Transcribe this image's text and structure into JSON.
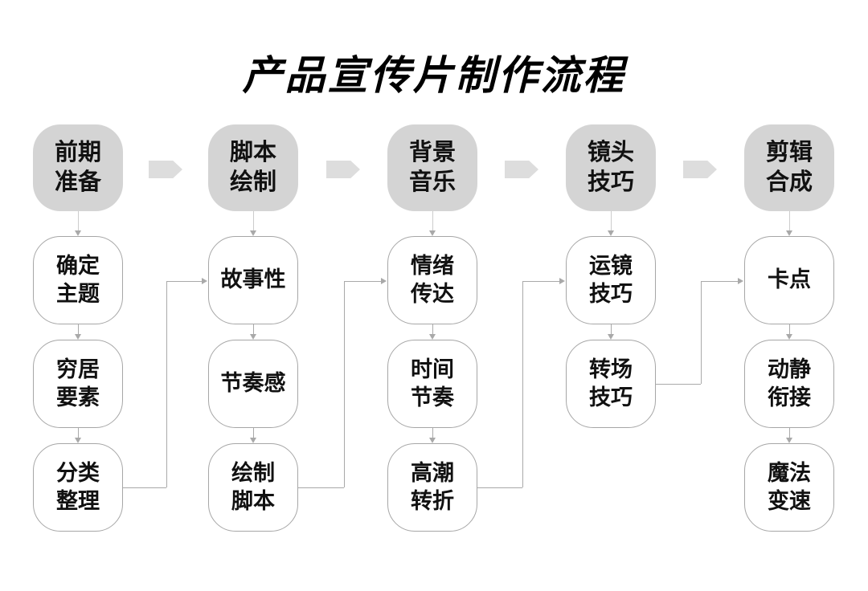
{
  "title": "产品宣传片制作流程",
  "flow": {
    "columns": [
      {
        "id": "preparation",
        "header": "前期\n准备",
        "nodes": [
          "确定\n主题",
          "穷居\n要素",
          "分类\n整理"
        ]
      },
      {
        "id": "script-drawing",
        "header": "脚本\n绘制",
        "nodes": [
          "故事性",
          "节奏感",
          "绘制\n脚本"
        ]
      },
      {
        "id": "background-music",
        "header": "背景\n音乐",
        "nodes": [
          "情绪\n传达",
          "时间\n节奏",
          "高潮\n转折"
        ]
      },
      {
        "id": "camera-skills",
        "header": "镜头\n技巧",
        "nodes": [
          "运镜\n技巧",
          "转场\n技巧"
        ]
      },
      {
        "id": "editing-compose",
        "header": "剪辑\n合成",
        "nodes": [
          "卡点",
          "动静\n衔接",
          "魔法\n变速"
        ]
      }
    ]
  },
  "colors": {
    "background": "#ffffff",
    "text": "#111111",
    "header_fill": "#d4d4d4",
    "node_border": "#a6a6a6",
    "connector": "#a9a9a9",
    "stage_arrow": "#dddddd"
  }
}
